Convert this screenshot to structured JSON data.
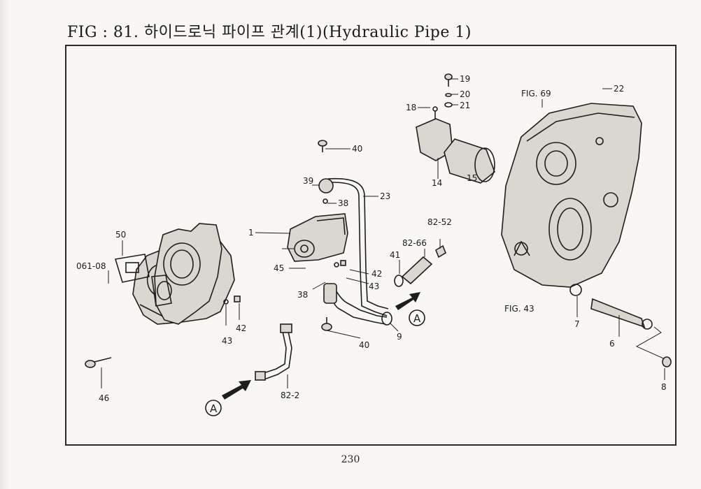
{
  "title": "FIG : 81. 하이드로닉 파이프 관계(1)(Hydraulic Pipe 1)",
  "page_number": "230",
  "reference_letter": "A",
  "callouts": [
    {
      "id": "19",
      "label": "19"
    },
    {
      "id": "20",
      "label": "20"
    },
    {
      "id": "21",
      "label": "21"
    },
    {
      "id": "18",
      "label": "18"
    },
    {
      "id": "fig69",
      "label": "FIG. 69"
    },
    {
      "id": "22",
      "label": "22"
    },
    {
      "id": "40a",
      "label": "40"
    },
    {
      "id": "39",
      "label": "39"
    },
    {
      "id": "38a",
      "label": "38"
    },
    {
      "id": "23",
      "label": "23"
    },
    {
      "id": "14",
      "label": "14"
    },
    {
      "id": "15",
      "label": "15"
    },
    {
      "id": "82-52",
      "label": "82-52"
    },
    {
      "id": "50",
      "label": "50"
    },
    {
      "id": "1",
      "label": "1"
    },
    {
      "id": "82-66",
      "label": "82-66"
    },
    {
      "id": "41",
      "label": "41"
    },
    {
      "id": "061-08",
      "label": "061-08"
    },
    {
      "id": "45",
      "label": "45"
    },
    {
      "id": "42a",
      "label": "42"
    },
    {
      "id": "43a",
      "label": "43"
    },
    {
      "id": "38b",
      "label": "38"
    },
    {
      "id": "fig43",
      "label": "FIG. 43"
    },
    {
      "id": "7",
      "label": "7"
    },
    {
      "id": "42b",
      "label": "42"
    },
    {
      "id": "43b",
      "label": "43"
    },
    {
      "id": "9",
      "label": "9"
    },
    {
      "id": "40b",
      "label": "40"
    },
    {
      "id": "6",
      "label": "6"
    },
    {
      "id": "46",
      "label": "46"
    },
    {
      "id": "82-2",
      "label": "82-2"
    },
    {
      "id": "8",
      "label": "8"
    }
  ]
}
